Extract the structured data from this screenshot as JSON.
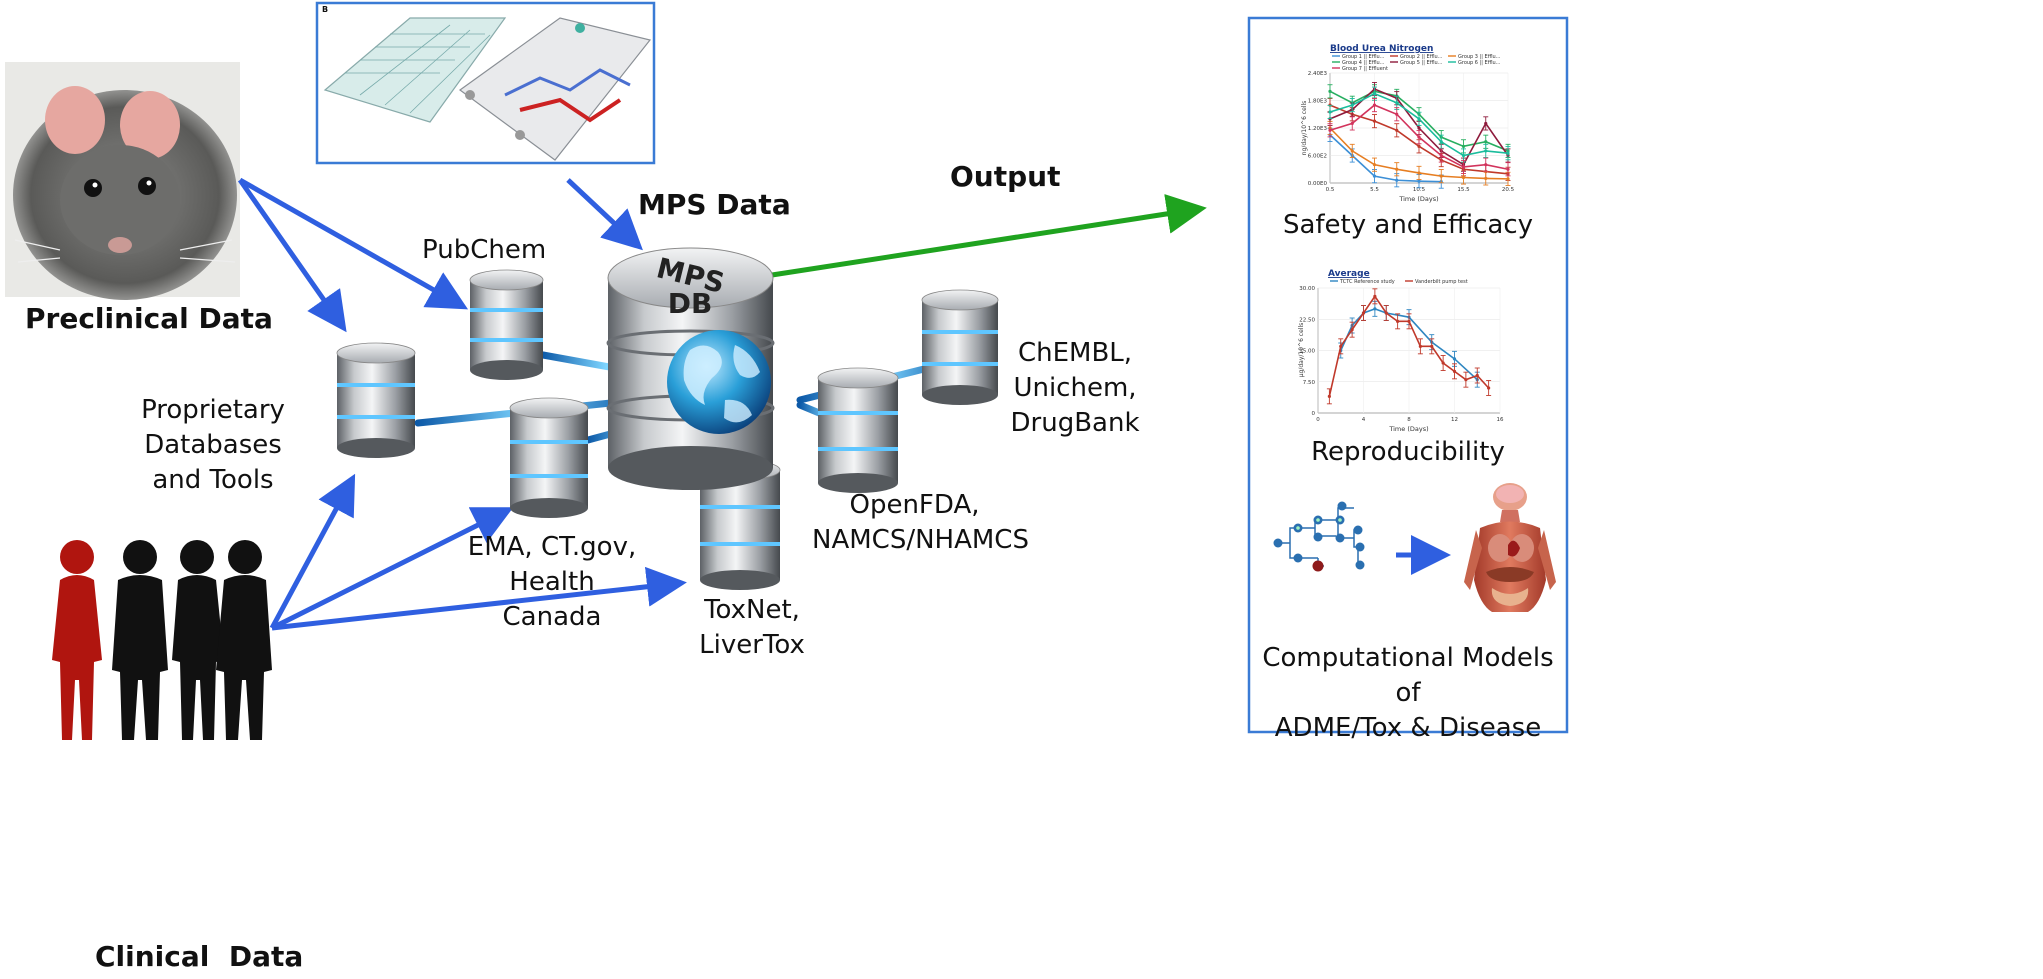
{
  "labels": {
    "preclinical": "Preclinical Data",
    "clinical": "Clinical  Data",
    "mps_data": "MPS Data",
    "output": "Output",
    "mps_db_line1": "MPS",
    "mps_db_line2": "DB",
    "pubchem": "PubChem",
    "proprietary_line1": "Proprietary Databases",
    "proprietary_line2": "and Tools",
    "ema_line1": "EMA, CT.gov,",
    "ema_line2": "Health Canada",
    "toxnet_line1": "ToxNet,",
    "toxnet_line2": "LiverTox",
    "openfda_line1": "OpenFDA,",
    "openfda_line2": "NAMCS/NHAMCS",
    "chembl_line1": "ChEMBL,",
    "chembl_line2": "Unichem,",
    "chembl_line3": "DrugBank",
    "chip_panel_letter": "B"
  },
  "output_panel": {
    "safety_title": "Safety and Efficacy",
    "reproducibility_title": "Reproducibility",
    "models_line1": "Computational Models of",
    "models_line2": "ADME/Tox & Disease"
  },
  "chart_data": [
    {
      "type": "line",
      "title": "Blood Urea Nitrogen",
      "xlabel": "Time (Days)",
      "ylabel": "ng/day/10^6 cells",
      "xticks": [
        "0.5",
        "5.5",
        "10.5",
        "15.5",
        "20.5"
      ],
      "yticks": [
        "0.00E0",
        "6.00E2",
        "1.20E3",
        "1.80E3",
        "2.40E3"
      ],
      "xlim": [
        0.5,
        20.5
      ],
      "ylim": [
        0,
        2400
      ],
      "legend": "top",
      "series": [
        {
          "name": "Group 1 || Efflu...",
          "color": "#3c8fd6",
          "x": [
            0.5,
            3,
            5.5,
            8,
            10.5,
            13
          ],
          "values": [
            1050,
            600,
            150,
            60,
            40,
            30
          ]
        },
        {
          "name": "Group 2 || Efflu...",
          "color": "#c0392b",
          "x": [
            0.5,
            3,
            5.5,
            8,
            10.5,
            13,
            15.5,
            18,
            20.5
          ],
          "values": [
            1700,
            1500,
            1350,
            1150,
            800,
            500,
            300,
            250,
            200
          ]
        },
        {
          "name": "Group 3 || Efflu...",
          "color": "#e67e22",
          "x": [
            0.5,
            3,
            5.5,
            8,
            10.5,
            13,
            15.5,
            18,
            20.5
          ],
          "values": [
            1200,
            700,
            400,
            300,
            220,
            150,
            120,
            100,
            90
          ]
        },
        {
          "name": "Group 4 || Efflu...",
          "color": "#27ae60",
          "x": [
            0.5,
            3,
            5.5,
            8,
            10.5,
            13,
            15.5,
            18,
            20.5
          ],
          "values": [
            2000,
            1750,
            2000,
            1900,
            1500,
            1000,
            800,
            900,
            700
          ]
        },
        {
          "name": "Group 5 || Efflu...",
          "color": "#8e1b3c",
          "x": [
            0.5,
            3,
            5.5,
            8,
            10.5,
            13,
            15.5,
            18,
            20.5
          ],
          "values": [
            1400,
            1600,
            2050,
            1850,
            1200,
            700,
            400,
            1300,
            600
          ]
        },
        {
          "name": "Group 6 || Efflu...",
          "color": "#1abc9c",
          "x": [
            0.5,
            3,
            5.5,
            8,
            10.5,
            13,
            15.5,
            18,
            20.5
          ],
          "values": [
            1550,
            1700,
            1950,
            1750,
            1400,
            900,
            600,
            700,
            650
          ]
        },
        {
          "name": "Group 7 || Effluent",
          "color": "#d2335c",
          "x": [
            0.5,
            3,
            5.5,
            8,
            10.5,
            13,
            15.5,
            18,
            20.5
          ],
          "values": [
            1150,
            1300,
            1700,
            1500,
            1000,
            600,
            350,
            400,
            300
          ]
        }
      ]
    },
    {
      "type": "line",
      "title": "Average",
      "xlabel": "Time (Days)",
      "ylabel": "µg/day/10^6 cells",
      "xticks": [
        "0",
        "4",
        "8",
        "12",
        "16"
      ],
      "yticks": [
        "0",
        "7.50",
        "15.00",
        "22.50",
        "30.00"
      ],
      "xlim": [
        0,
        16
      ],
      "ylim": [
        0,
        30
      ],
      "legend": "top",
      "series": [
        {
          "name": "TCTC Reference study",
          "color": "#2e86c1",
          "x": [
            2,
            3,
            4,
            5,
            6,
            8,
            10,
            12,
            14
          ],
          "values": [
            15,
            21,
            24,
            25,
            24,
            23,
            17,
            13,
            8
          ]
        },
        {
          "name": "Vanderbilt pump test",
          "color": "#c0392b",
          "x": [
            1,
            2,
            3,
            4,
            5,
            6,
            7,
            8,
            9,
            10,
            11,
            12,
            13,
            14,
            15
          ],
          "values": [
            4,
            16,
            20,
            24,
            28,
            24,
            22,
            22,
            16,
            16,
            12,
            10,
            8,
            9,
            6
          ]
        }
      ]
    }
  ]
}
